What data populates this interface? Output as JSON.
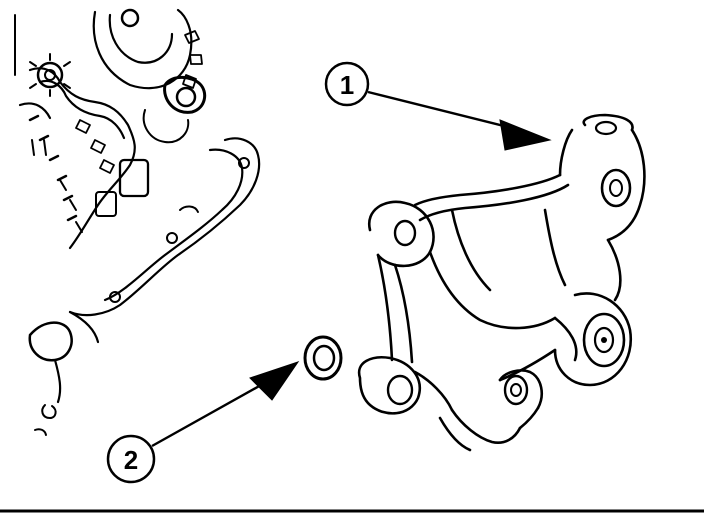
{
  "callouts": [
    {
      "id": "1",
      "label": "1"
    },
    {
      "id": "2",
      "label": "2"
    }
  ],
  "colors": {
    "ink": "#000000",
    "paper": "#ffffff"
  },
  "icons": {
    "chain_assembly": "timing-chain-icon",
    "bracket": "mounting-bracket-icon",
    "washer": "washer-icon"
  }
}
